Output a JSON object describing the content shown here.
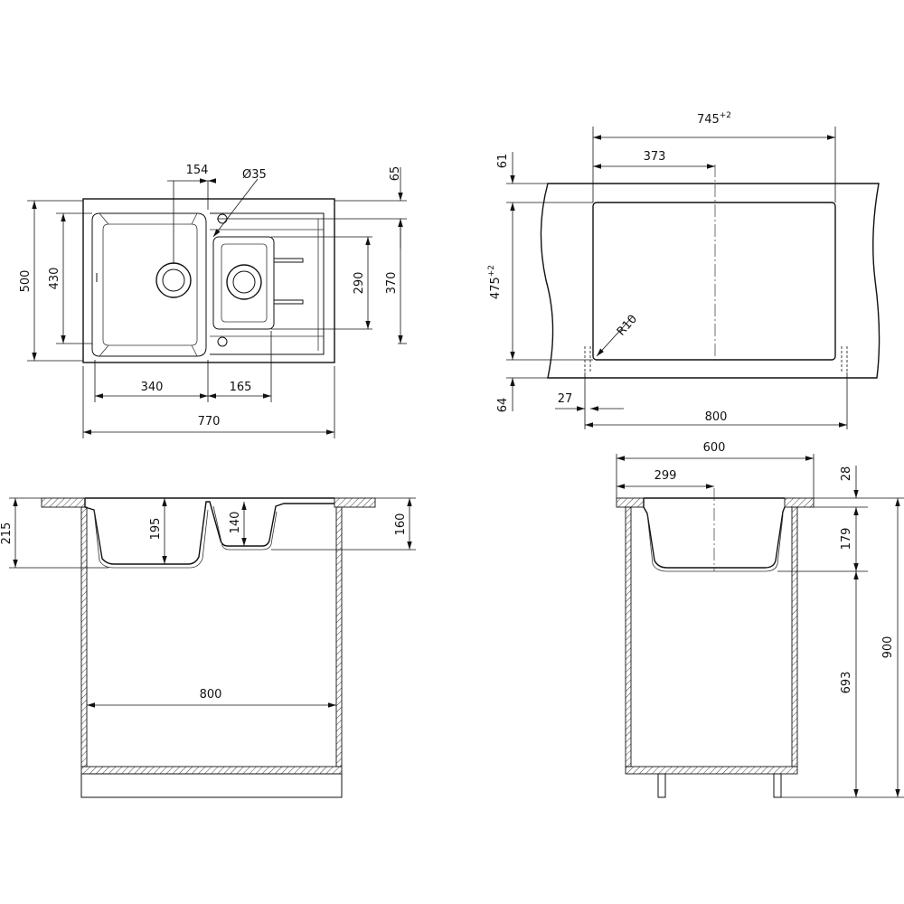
{
  "top_view": {
    "dim_overall_width": "770",
    "dim_big_bowl": "340",
    "dim_small_bowl": "165",
    "dim_drain_offset": "154",
    "dim_tap_hole": "Ø35",
    "dim_65": "65",
    "dim_depth_500": "500",
    "dim_depth_430": "430",
    "dim_small_bowl_depth": "290",
    "dim_drainer_depth": "370"
  },
  "cutout_view": {
    "dim_cutout_width": "745",
    "dim_cutout_width_tol": "+2",
    "dim_half": "373",
    "dim_top_margin": "61",
    "dim_cutout_depth": "475",
    "dim_cutout_depth_tol": "+2",
    "dim_radius": "R10",
    "dim_bottom_margin": "64",
    "dim_side_margin": "27",
    "dim_cabinet": "800"
  },
  "front_section": {
    "dim_total_depth": "215",
    "dim_big_bowl_depth": "195",
    "dim_small_bowl_depth": "140",
    "dim_160": "160",
    "dim_cabinet": "800"
  },
  "side_section": {
    "dim_cabinet_depth": "600",
    "dim_half": "299",
    "dim_top_thickness": "28",
    "dim_bowl_depth": "179",
    "dim_cabinet_height": "693",
    "dim_total_height": "900"
  }
}
